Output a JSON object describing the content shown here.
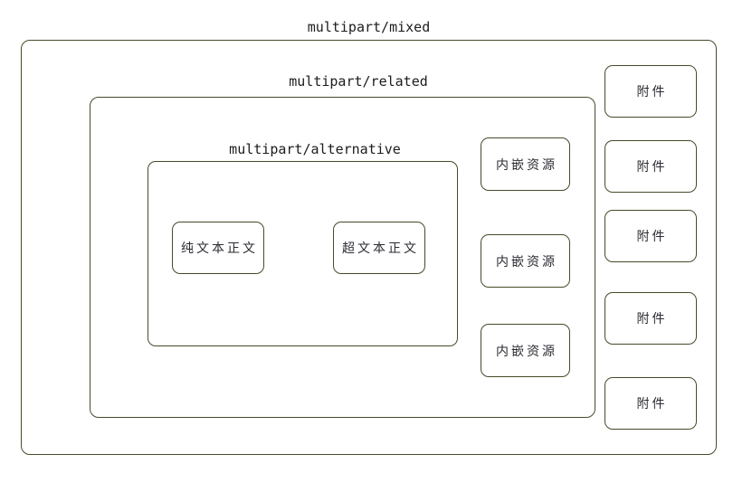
{
  "colors": {
    "background": "#ffffff",
    "border": "#454b2a",
    "label_text": "#1c1c1c",
    "box_text": "#2b2b33"
  },
  "containers": {
    "mixed": {
      "label": "multipart/mixed"
    },
    "related": {
      "label": "multipart/related"
    },
    "alternative": {
      "label": "multipart/alternative"
    }
  },
  "bodies": [
    {
      "label": "纯文本正文"
    },
    {
      "label": "超文本正文"
    }
  ],
  "inline_resources": [
    {
      "label": "内嵌资源"
    },
    {
      "label": "内嵌资源"
    },
    {
      "label": "内嵌资源"
    }
  ],
  "attachments": [
    {
      "label": "附件"
    },
    {
      "label": "附件"
    },
    {
      "label": "附件"
    },
    {
      "label": "附件"
    },
    {
      "label": "附件"
    }
  ]
}
